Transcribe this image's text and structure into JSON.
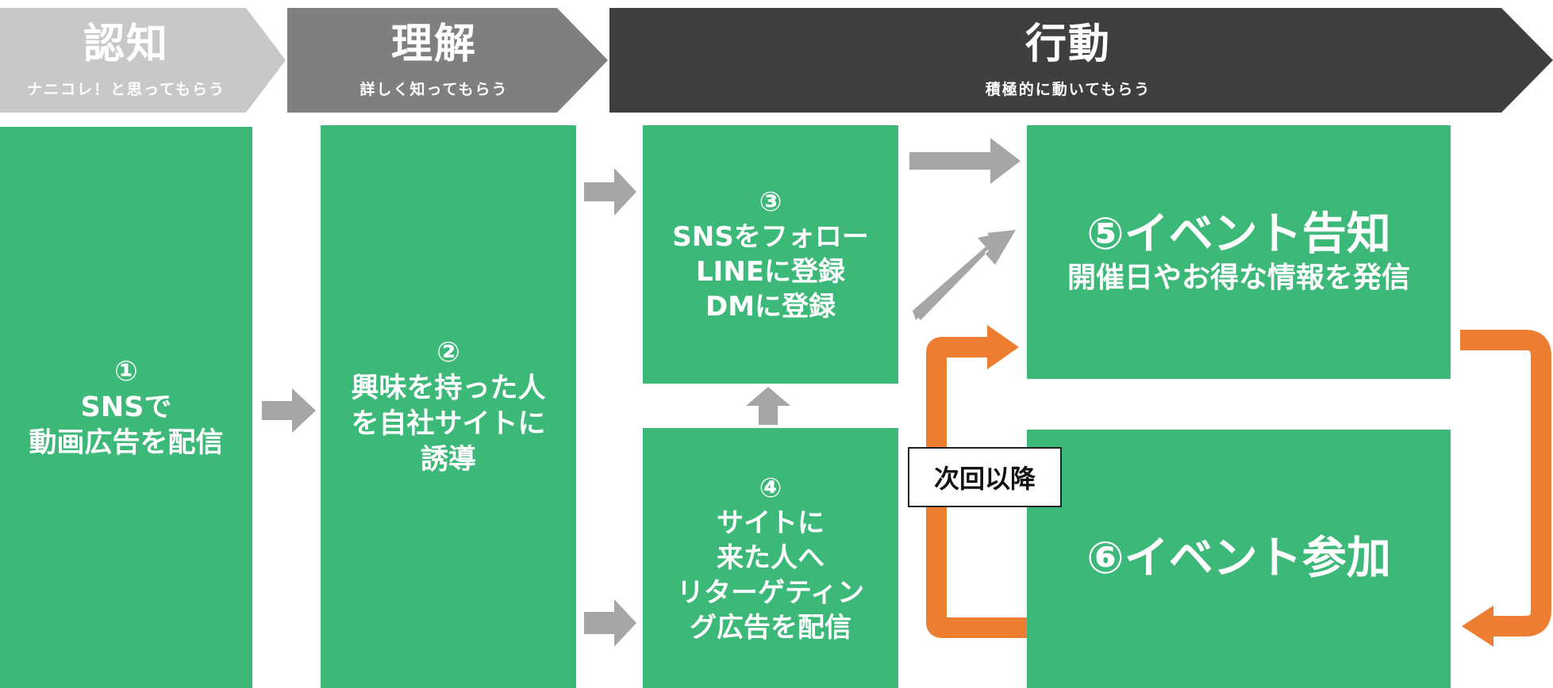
{
  "phases": [
    {
      "title": "認知",
      "subtitle": "ナニコレ！と思ってもらう",
      "color": "#c8c8c8"
    },
    {
      "title": "理解",
      "subtitle": "詳しく知ってもらう",
      "color": "#7f7f7f"
    },
    {
      "title": "行動",
      "subtitle": "積極的に動いてもらう",
      "color": "#3f3f3f"
    }
  ],
  "steps": {
    "s1": "①\nSNSで\n動画広告を配信",
    "s2": "②\n興味を持った人\nを自社サイトに\n誘導",
    "s3": "③\nSNSをフォロー\nLINEに登録\nDMに登録",
    "s4": "④\nサイトに\n来た人へ\nリターゲティン\nグ広告を配信",
    "s5_title": "⑤イベント告知",
    "s5_sub": "開催日やお得な情報を発信",
    "s6": "⑥イベント参加"
  },
  "loop_label": "次回以降",
  "colors": {
    "box": "#3cb878",
    "arrow_gray": "#a6a6a6",
    "arrow_orange": "#ed7d31"
  }
}
